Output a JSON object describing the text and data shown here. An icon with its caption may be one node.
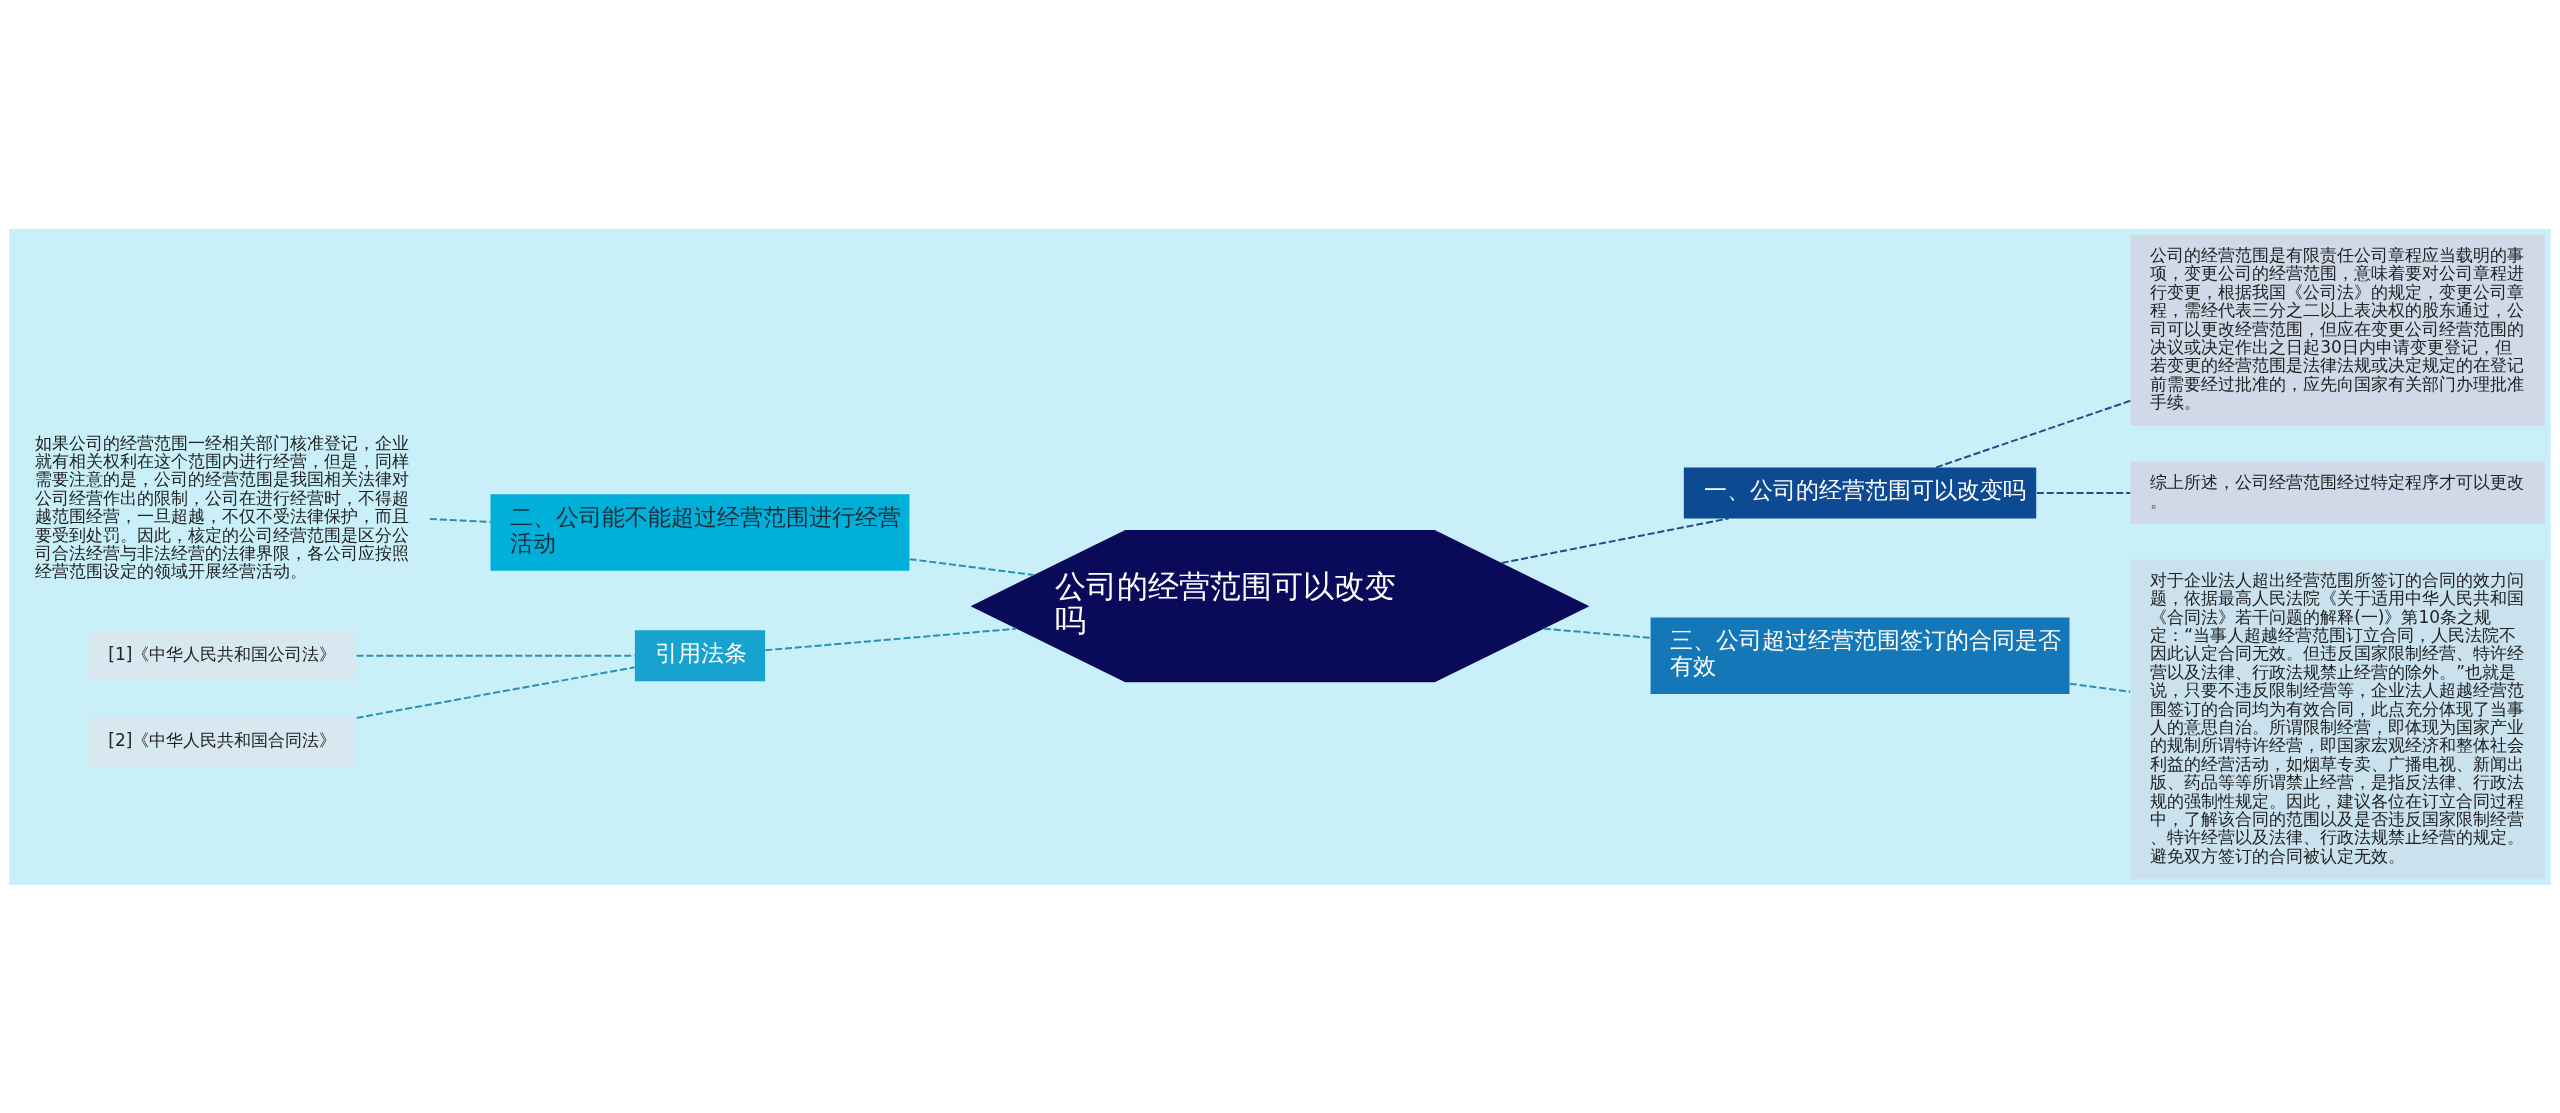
{
  "diagram": {
    "nodes": [
      {
        "text": [
          "公司的经营范围可以改变吗"
        ]
      },
      {
        "text": [
          "一、公司的经营范围可以改变吗"
        ]
      },
      {
        "text": [
          "公司的经营范围是有限责任公司章程应当载明的事项，变更公司的经营范围，意味着要对公司章程进行变更，根据我国《公司法》的规定，变更公司章程，需经代表三分之二以上表决权的股东通过，公司可以更改经营范围，但应在变更公司经营范围的决议或决定作出之日起30日内申请变更登记，但若变更的经营范围是法律法规或决定规定的在登记前需要经过批准的，应先向国家有关部门办理批准手续。"
        ]
      },
      {
        "text": [
          "综上所述，公司经营范围经过特定程序才可以更改。"
        ]
      },
      {
        "text": [
          "三、公司超过经营范围签订的合同是否有效"
        ]
      },
      {
        "text": [
          "对于企业法人超出经营范围所签订的合同的效力问题，依据最高人民法院《关于适用中华人民共和国《合同法》若干问题的解释(一)》第10条之规定：“当事人超越经营范围订立合同，人民法院不因此认定合同无效。但违反国家限制经营、特许经营以及法律、行政法规禁止经营的除外。”也就是说，只要不违反限制经营等，企业法人超越经营范围签订的合同均为有效合同，此点充分体现了当事人的意思自治。所谓限制经营，即体现为国家产业的规制所谓特许经营，即国家宏观经济和整体社会利益的经营活动，如烟草专卖、广播电视、新闻出版、药品等等所谓禁止经营，是指反法律、行政法规的强制性规定。因此，建议各位在订立合同过程中，了解该合同的范围以及是否违反国家限制经营、特许经营以及法律、行政法规禁止经营的规定。避免双方签订的合同被认定无效。"
        ]
      },
      {
        "text": [
          "二、公司能不能超过经营范围进行经营活动"
        ]
      },
      {
        "text": [
          "如果公司的经营范围一经相关部门核准登记，企业就有相关权利在这个范围内进行经营，但是，同样需要注意的是，公司的经营范围是我国相关法律对公司经营作出的限制，公司在进行经营时，不得超越范围经营，一旦超越，不仅不受法律保护，而且要受到处罚。因此，核定的公司经营范围是区分公司合法经营与非法经营的法律界限，各公司应按照经营范围设定的领域开展经营活动。"
        ]
      },
      {
        "text": [
          "引用法条"
        ]
      },
      {
        "text": [
          "[1]《中华人民共和国公司法》"
        ]
      },
      {
        "text": [
          "[2]《中华人民共和国合同法》"
        ]
      }
    ],
    "edges": [
      {
        "from": 0,
        "to": 1,
        "arrow": "none",
        "style": "dashed",
        "color": "#1f4e8c"
      },
      {
        "from": 1,
        "to": 2,
        "arrow": "none",
        "style": "dashed",
        "color": "#1f4e8c"
      },
      {
        "from": 1,
        "to": 3,
        "arrow": "none",
        "style": "dashed",
        "color": "#1f4e8c"
      },
      {
        "from": 0,
        "to": 4,
        "arrow": "none",
        "style": "dashed"
      },
      {
        "from": 4,
        "to": 5,
        "arrow": "none",
        "style": "dashed"
      },
      {
        "from": 0,
        "to": 6,
        "arrow": "none",
        "style": "dashed"
      },
      {
        "from": 6,
        "to": 7,
        "arrow": "none",
        "style": "dashed"
      },
      {
        "from": 0,
        "to": 8,
        "arrow": "none",
        "style": "dashed"
      },
      {
        "from": 8,
        "to": 9,
        "arrow": "none",
        "style": "dashed"
      },
      {
        "from": 8,
        "to": 10,
        "arrow": "none",
        "style": "dashed"
      }
    ]
  }
}
